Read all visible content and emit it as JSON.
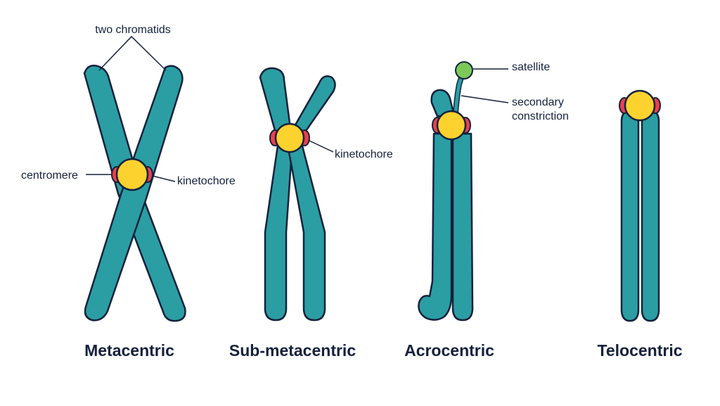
{
  "diagram": {
    "types": {
      "metacentric": "Metacentric",
      "submetacentric": "Sub-metacentric",
      "acrocentric": "Acrocentric",
      "telocentric": "Telocentric"
    },
    "annotations": {
      "two_chromatids": "two chromatids",
      "centromere": "centromere",
      "kinetochore_meta": "kinetochore",
      "kinetochore_submeta": "kinetochore",
      "satellite": "satellite",
      "secondary_constriction_line1": "secondary",
      "secondary_constriction_line2": "constriction"
    },
    "colors": {
      "chromatid": "#2a9ea3",
      "centromere": "#fcd22f",
      "kinetochore": "#e8404f",
      "satellite": "#7cc95a",
      "outline": "#14213d"
    }
  }
}
